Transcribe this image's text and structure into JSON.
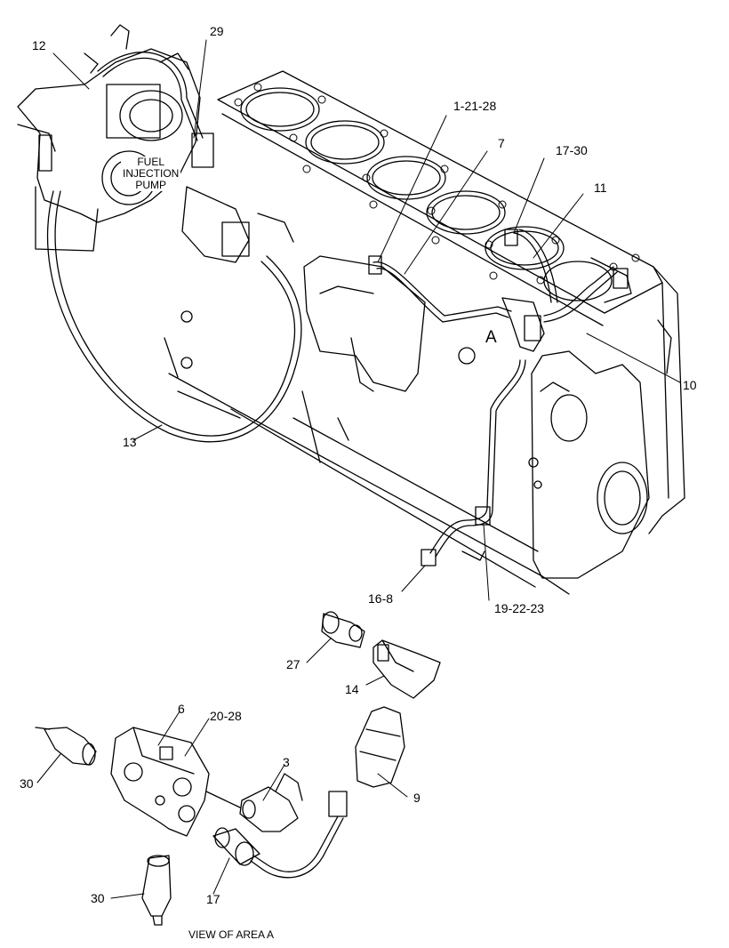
{
  "callouts": {
    "c12": "12",
    "c29": "29",
    "c1_21_28": "1-21-28",
    "c7": "7",
    "c17_30": "17-30",
    "c11": "11",
    "c10": "10",
    "cA": "A",
    "c13": "13",
    "c16_8": "16-8",
    "c19_22_23": "19-22-23",
    "c27": "27",
    "c14": "14",
    "c6": "6",
    "c20_28": "20-28",
    "c3": "3",
    "c9": "9",
    "c30_left": "30",
    "c30_bottom": "30",
    "c17": "17"
  },
  "pump_label": {
    "line1": "FUEL",
    "line2": "INJECTION",
    "line3": "PUMP"
  },
  "caption": "VIEW OF AREA A"
}
